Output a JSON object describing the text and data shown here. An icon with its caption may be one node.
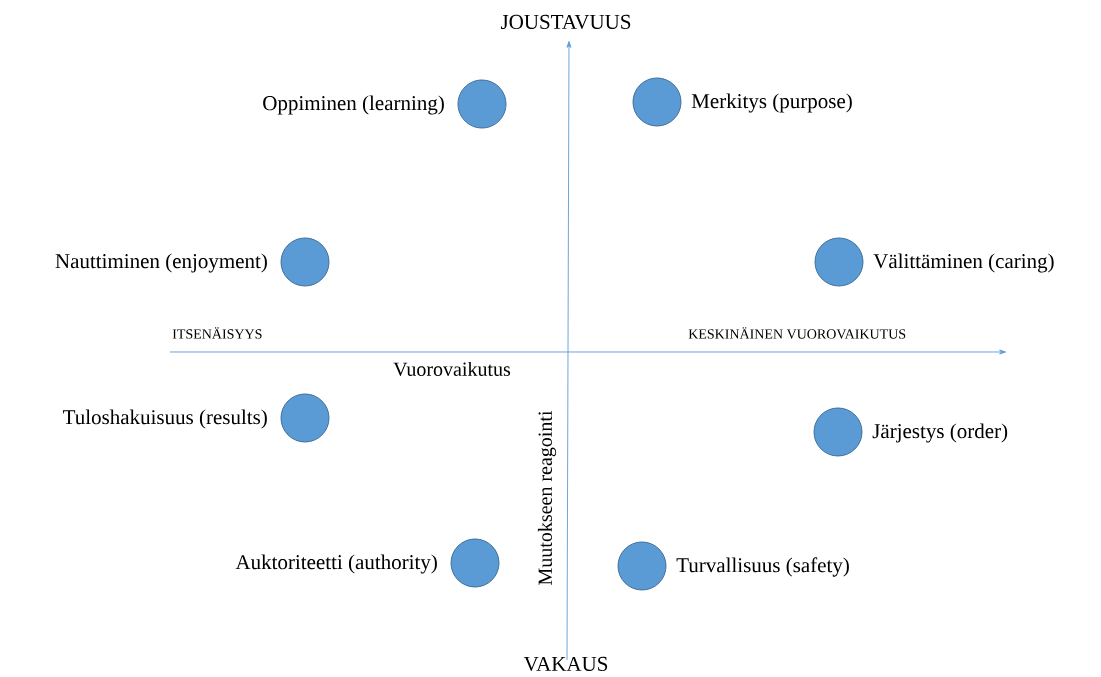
{
  "diagram": {
    "nodes": [
      {
        "text": [],
        "shape": "circle",
        "beside": [
          "Oppiminen (learning)"
        ]
      },
      {
        "text": [],
        "shape": "circle",
        "beside": [
          "Merkitys (purpose)"
        ]
      },
      {
        "text": [],
        "shape": "circle",
        "beside": [
          "Nauttiminen (enjoyment)"
        ]
      },
      {
        "text": [],
        "shape": "circle",
        "beside": [
          "Välittäminen (caring)"
        ]
      },
      {
        "text": [],
        "shape": "circle",
        "beside": [
          "Tuloshakuisuus (results)"
        ]
      },
      {
        "text": [],
        "shape": "circle",
        "beside": [
          "Järjestys (order)"
        ]
      },
      {
        "text": [],
        "shape": "circle",
        "beside": [
          "Auktoriteetti (authority)"
        ]
      },
      {
        "text": [],
        "shape": "circle",
        "beside": [
          "Turvallisuus (safety)"
        ]
      }
    ],
    "labels": [
      "JOUSTAVUUS",
      "ITSENÄISYYS",
      "KESKINÄINEN VUOROVAIKUTUS",
      "Vuorovaikutus",
      "Muutokseen reagointi",
      "VAKAUS"
    ]
  }
}
